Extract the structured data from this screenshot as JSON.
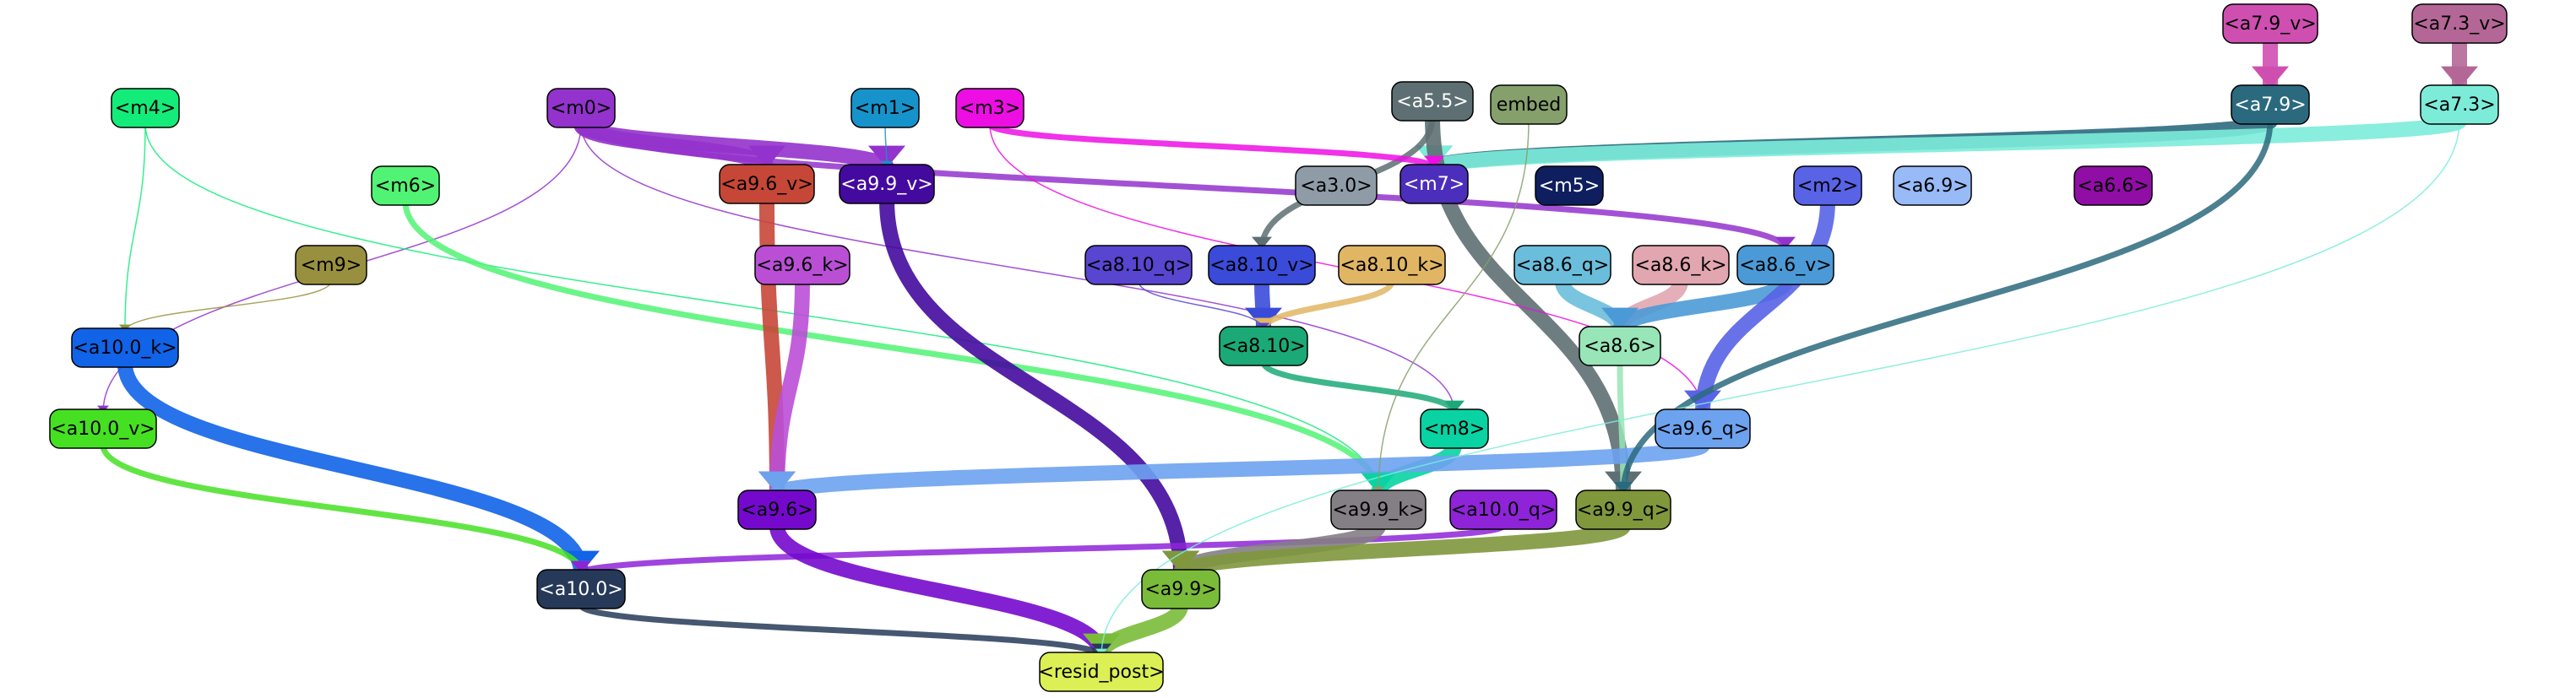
{
  "nodes": [
    {
      "id": "a7.9_v",
      "label": "<a7.9_v>",
      "color": "#cf4fb1"
    },
    {
      "id": "a7.3_v",
      "label": "<a7.3_v>",
      "color": "#b46797"
    },
    {
      "id": "m4",
      "label": "<m4>",
      "color": "#14ec7a"
    },
    {
      "id": "m0",
      "label": "<m0>",
      "color": "#9332cc"
    },
    {
      "id": "m1",
      "label": "<m1>",
      "color": "#1793cb"
    },
    {
      "id": "m3",
      "label": "<m3>",
      "color": "#ed0ee4"
    },
    {
      "id": "a5.5",
      "label": "<a5.5>",
      "color": "#5d6f72"
    },
    {
      "id": "embed",
      "label": "embed",
      "color": "#85a06b"
    },
    {
      "id": "a7.9",
      "label": "<a7.9>",
      "color": "#2b6a7e"
    },
    {
      "id": "a7.3",
      "label": "<a7.3>",
      "color": "#7cecd9"
    },
    {
      "id": "a9.6_v",
      "label": "<a9.6_v>",
      "color": "#c64737"
    },
    {
      "id": "a9.9_v",
      "label": "<a9.9_v>",
      "color": "#440a9f"
    },
    {
      "id": "m6",
      "label": "<m6>",
      "color": "#51f374"
    },
    {
      "id": "a3.0",
      "label": "<a3.0>",
      "color": "#8f9ca8"
    },
    {
      "id": "m7",
      "label": "<m7>",
      "color": "#4b2ebb"
    },
    {
      "id": "m5",
      "label": "<m5>",
      "color": "#0f1e5e"
    },
    {
      "id": "m2",
      "label": "<m2>",
      "color": "#5863e6"
    },
    {
      "id": "a6.9",
      "label": "<a6.9>",
      "color": "#98baf7"
    },
    {
      "id": "a6.6",
      "label": "<a6.6>",
      "color": "#900ea5"
    },
    {
      "id": "m9",
      "label": "<m9>",
      "color": "#99903f"
    },
    {
      "id": "a9.6_k",
      "label": "<a9.6_k>",
      "color": "#ba4fd6"
    },
    {
      "id": "a8.10_q",
      "label": "<a8.10_q>",
      "color": "#5845d0"
    },
    {
      "id": "a8.10_v",
      "label": "<a8.10_v>",
      "color": "#3a4bd9"
    },
    {
      "id": "a8.10_k",
      "label": "<a8.10_k>",
      "color": "#e0b664"
    },
    {
      "id": "a8.6_q",
      "label": "<a8.6_q>",
      "color": "#6abedc"
    },
    {
      "id": "a8.6_k",
      "label": "<a8.6_k>",
      "color": "#e1a6b0"
    },
    {
      "id": "a8.6_v",
      "label": "<a8.6_v>",
      "color": "#4b9ad7"
    },
    {
      "id": "a10.0_k",
      "label": "<a10.0_k>",
      "color": "#1163e8"
    },
    {
      "id": "a8.10",
      "label": "<a8.10>",
      "color": "#1ba977"
    },
    {
      "id": "a8.6",
      "label": "<a8.6>",
      "color": "#98e5b7"
    },
    {
      "id": "m8",
      "label": "<m8>",
      "color": "#09d3a3"
    },
    {
      "id": "a9.6_q",
      "label": "<a9.6_q>",
      "color": "#6da2ef"
    },
    {
      "id": "a10.0_v",
      "label": "<a10.0_v>",
      "color": "#46e023"
    },
    {
      "id": "a9.6",
      "label": "<a9.6>",
      "color": "#7409cd"
    },
    {
      "id": "a9.9_k",
      "label": "<a9.9_k>",
      "color": "#847e85"
    },
    {
      "id": "a10.0_q",
      "label": "<a10.0_q>",
      "color": "#8e23d8"
    },
    {
      "id": "a9.9_q",
      "label": "<a9.9_q>",
      "color": "#80973c"
    },
    {
      "id": "a10.0",
      "label": "<a10.0>",
      "color": "#263958"
    },
    {
      "id": "a9.9",
      "label": "<a9.9>",
      "color": "#7abc39"
    },
    {
      "id": "resid_post",
      "label": "<resid_post>",
      "color": "#dcef55"
    }
  ],
  "edges": [
    {
      "from": "a7.9_v",
      "to": "a7.9",
      "color": "#cf4fb1",
      "weight": "heavy"
    },
    {
      "from": "a7.3_v",
      "to": "a7.3",
      "color": "#b46797",
      "weight": "heavy"
    },
    {
      "from": "a7.9",
      "to": "m7",
      "color": "#2b6a7e",
      "weight": "heavy"
    },
    {
      "from": "a7.3",
      "to": "m7",
      "color": "#7cecd9",
      "weight": "heavy"
    },
    {
      "from": "a5.5",
      "to": "a8.10_v",
      "color": "#5d6f72",
      "weight": "medium"
    },
    {
      "from": "a5.5",
      "to": "a9.9_q",
      "color": "#5d6f72",
      "weight": "heavy"
    },
    {
      "from": "m0",
      "to": "a9.6_v",
      "color": "#9332cc",
      "weight": "heavy"
    },
    {
      "from": "m0",
      "to": "a9.9_v",
      "color": "#9332cc",
      "weight": "heavy"
    },
    {
      "from": "m0",
      "to": "a8.6_v",
      "color": "#9332cc",
      "weight": "medium"
    },
    {
      "from": "m0",
      "to": "a10.0_v",
      "color": "#9332cc",
      "weight": "light"
    },
    {
      "from": "m0",
      "to": "m8",
      "color": "#9332cc",
      "weight": "light"
    },
    {
      "from": "m1",
      "to": "a9.9_v",
      "color": "#1793cb",
      "weight": "light"
    },
    {
      "from": "m3",
      "to": "m7",
      "color": "#ed0ee4",
      "weight": "medium"
    },
    {
      "from": "m3",
      "to": "a9.6_q",
      "color": "#ed0ee4",
      "weight": "light"
    },
    {
      "from": "m4",
      "to": "a10.0_k",
      "color": "#14ec7a",
      "weight": "light"
    },
    {
      "from": "m4",
      "to": "a9.9_k",
      "color": "#14ec7a",
      "weight": "light"
    },
    {
      "from": "m6",
      "to": "a9.9_k",
      "color": "#51f374",
      "weight": "medium"
    },
    {
      "from": "m9",
      "to": "a10.0_k",
      "color": "#99903f",
      "weight": "light"
    },
    {
      "from": "a9.6_v",
      "to": "a9.6",
      "color": "#c64737",
      "weight": "heavy"
    },
    {
      "from": "a9.9_v",
      "to": "a9.9",
      "color": "#440a9f",
      "weight": "heavy"
    },
    {
      "from": "a9.6_k",
      "to": "a9.6",
      "color": "#ba4fd6",
      "weight": "heavy"
    },
    {
      "from": "a8.10_v",
      "to": "a8.10",
      "color": "#3a4bd9",
      "weight": "heavy"
    },
    {
      "from": "a8.10_k",
      "to": "a8.10",
      "color": "#e0b664",
      "weight": "medium"
    },
    {
      "from": "a8.10_q",
      "to": "a8.10",
      "color": "#5845d0",
      "weight": "light"
    },
    {
      "from": "a8.10",
      "to": "m8",
      "color": "#1ba977",
      "weight": "medium"
    },
    {
      "from": "a8.6_q",
      "to": "a8.6",
      "color": "#6abedc",
      "weight": "heavy"
    },
    {
      "from": "a8.6_k",
      "to": "a8.6",
      "color": "#e1a6b0",
      "weight": "heavy"
    },
    {
      "from": "a8.6_v",
      "to": "a8.6",
      "color": "#4b9ad7",
      "weight": "heavy"
    },
    {
      "from": "a8.6",
      "to": "a9.9_q",
      "color": "#98e5b7",
      "weight": "medium"
    },
    {
      "from": "m2",
      "to": "a9.6_q",
      "color": "#5863e6",
      "weight": "heavy"
    },
    {
      "from": "m8",
      "to": "a9.9_k",
      "color": "#09d3a3",
      "weight": "heavy"
    },
    {
      "from": "a9.6_q",
      "to": "a9.6",
      "color": "#6da2ef",
      "weight": "heavy"
    },
    {
      "from": "a10.0_k",
      "to": "a10.0",
      "color": "#1163e8",
      "weight": "heavy"
    },
    {
      "from": "a10.0_v",
      "to": "a10.0",
      "color": "#46e023",
      "weight": "medium"
    },
    {
      "from": "a10.0_q",
      "to": "a10.0",
      "color": "#8e23d8",
      "weight": "medium"
    },
    {
      "from": "a9.9_k",
      "to": "a9.9",
      "color": "#847e85",
      "weight": "heavy"
    },
    {
      "from": "a9.9_q",
      "to": "a9.9",
      "color": "#80973c",
      "weight": "heavy"
    },
    {
      "from": "a9.6",
      "to": "resid_post",
      "color": "#7409cd",
      "weight": "heavy"
    },
    {
      "from": "a9.9",
      "to": "resid_post",
      "color": "#7abc39",
      "weight": "heavy"
    },
    {
      "from": "a10.0",
      "to": "resid_post",
      "color": "#263958",
      "weight": "medium"
    },
    {
      "from": "a7.9",
      "to": "a9.9_q",
      "color": "#2b6a7e",
      "weight": "medium"
    },
    {
      "from": "a7.3",
      "to": "resid_post",
      "color": "#7cecd9",
      "weight": "light"
    },
    {
      "from": "embed",
      "to": "a9.9_k",
      "color": "#85a06b",
      "weight": "light"
    }
  ]
}
